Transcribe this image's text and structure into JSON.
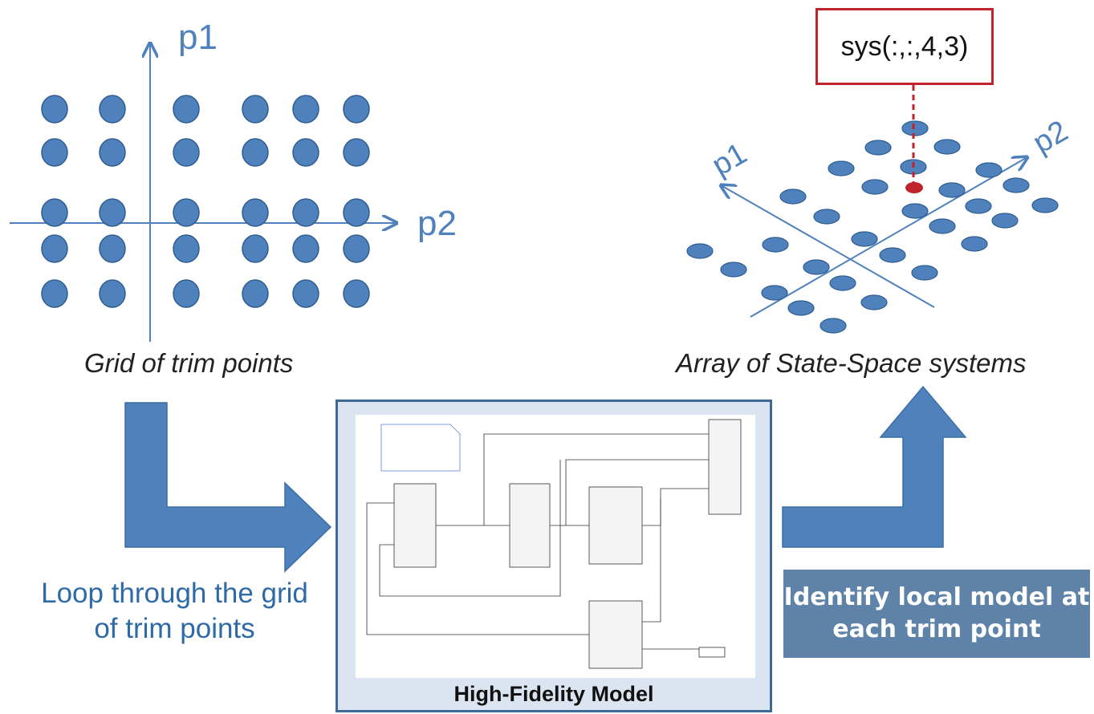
{
  "grid_panel": {
    "axis_p1": "p1",
    "axis_p2": "p2",
    "caption": "Grid of trim points",
    "rows": 5,
    "cols": 6
  },
  "array_panel": {
    "axis_p1": "p1",
    "axis_p2": "p2",
    "caption": "Array of State-Space systems",
    "highlight_label": "sys(:,:,4,3)"
  },
  "flow": {
    "loop_line1": "Loop through the grid",
    "loop_line2": "of trim points",
    "model_title": "High-Fidelity Model",
    "identify_line1": "Identify local model at",
    "identify_line2": "each trim point"
  },
  "colors": {
    "dot": "#4f81bd",
    "dot_border": "#2f5d8f",
    "arrow": "#4f81bd",
    "highlight": "#c0232c",
    "identify_bg": "#5f83a8"
  }
}
